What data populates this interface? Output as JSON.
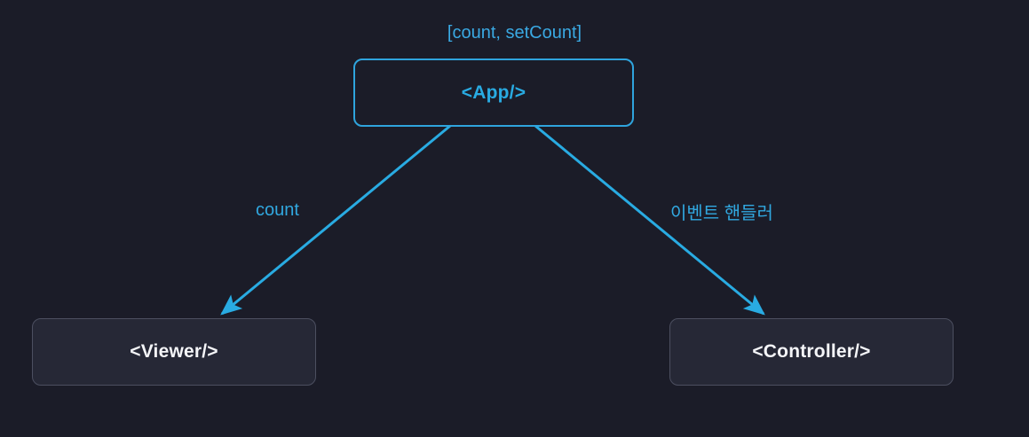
{
  "diagram": {
    "background_color": "#1b1c28",
    "accent_color": "#29abe2",
    "node_fill_color": "#262836",
    "node_border_color": "#4c4f60",
    "state_label": "[count, setCount]",
    "nodes": [
      {
        "id": "app",
        "label": "<App/>"
      },
      {
        "id": "viewer",
        "label": "<Viewer/>"
      },
      {
        "id": "controller",
        "label": "<Controller/>"
      }
    ],
    "edges": [
      {
        "id": "app-to-viewer",
        "label": "count",
        "from": "app",
        "to": "viewer"
      },
      {
        "id": "app-to-controller",
        "label": "이벤트 핸들러",
        "from": "app",
        "to": "controller"
      }
    ]
  }
}
